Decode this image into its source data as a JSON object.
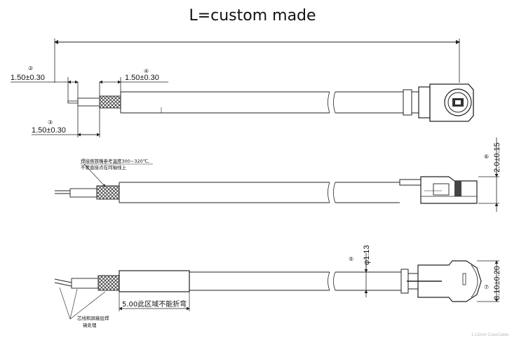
{
  "title": "L=custom made",
  "dims": {
    "d1": "1.50±0.30",
    "d2": "1.50±0.30",
    "d3": "1.50±0.30",
    "height_conn": "2.0±0.15",
    "diameter": "φ1.13",
    "width_conn": "3.10±0.20",
    "no_bend": "5.00此区域不能折弯"
  },
  "callouts": {
    "c2": "②",
    "c3": "③",
    "c4": "④",
    "c5": "⑤",
    "c6": "⑥",
    "c7": "⑦"
  },
  "notes": {
    "solder_line1": "焊接烙铁嘴参考温度300~320℃,",
    "solder_line2": "不要直接点在同轴线上",
    "core_line1": "芯线和屏蔽层焊",
    "core_line2": "锡处理"
  },
  "footer": "1.13mm CoaxCable"
}
